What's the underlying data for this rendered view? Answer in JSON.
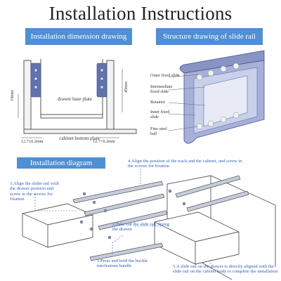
{
  "title": "Installation Instructions",
  "banners": {
    "dimension": "Installation dimension drawing",
    "structure": "Structure drawing of slide rail",
    "diagram": "Installation diagram"
  },
  "dimension": {
    "drawer_base_plate": "drawer base plate",
    "cabinet_bottom_plate": "cabinet bottom plate",
    "left_gap": "12.7±0.2mm",
    "right_gap": "12.7+0.2mm",
    "height_left": "19mm",
    "height_right": "45mm"
  },
  "structure": {
    "outer_fixed_slide": "Outer fixed slide",
    "intermediate_fixed_slide": "Intermediate fixed slide",
    "retainer": "Retainer",
    "inner_fixed_slide": "Inner fixed slide",
    "fine_steel_ball": "Fine steel ball"
  },
  "steps": {
    "s1": "1.Press and hold the buckle mechanism handle",
    "s2": "2.Take out the slide rail, fixing the drawer",
    "s3": "3.Align the slider rail with the drawer position and screw in the screws for fixation",
    "s4": "4.Align the position of the track and the cabinet, and screw in the screws for fixation",
    "s5": "5.A slide rail on the drawer is directly aligned with the slide rail on the cabinet body to complete the installation"
  },
  "colors": {
    "banner": "#4f8fd3",
    "step_text": "#2d5fb3",
    "rail": "#5b6fa8"
  }
}
